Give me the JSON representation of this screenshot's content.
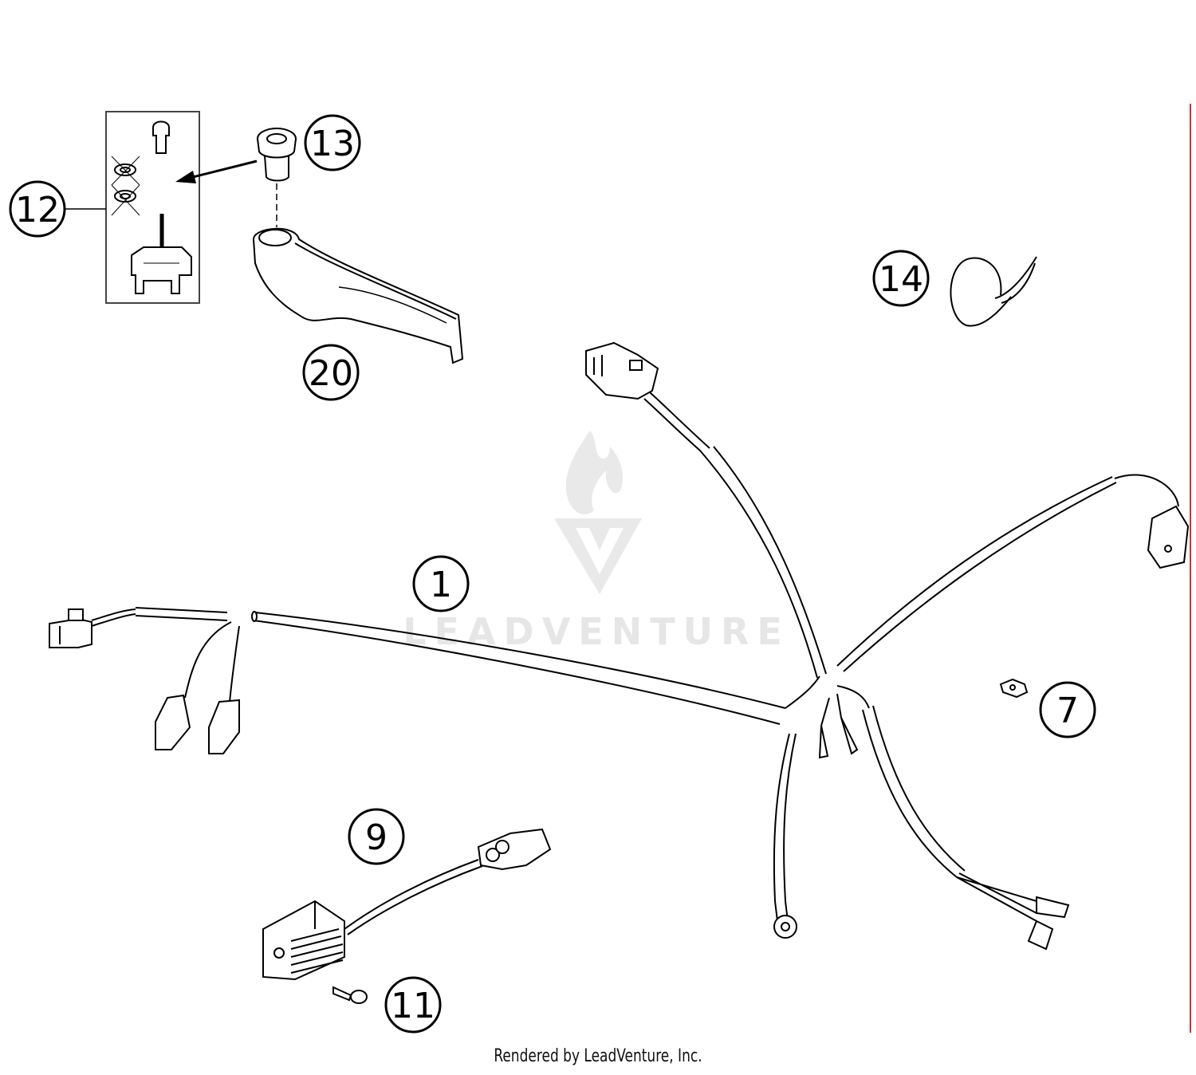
{
  "watermark": "LEADVENTURE",
  "credit": "Rendered by LeadVenture, Inc.",
  "accent_color": "#cc3333",
  "callouts": {
    "c1": "1",
    "c7": "7",
    "c9": "9",
    "c11": "11",
    "c12": "12",
    "c13": "13",
    "c14": "14",
    "c20": "20"
  }
}
